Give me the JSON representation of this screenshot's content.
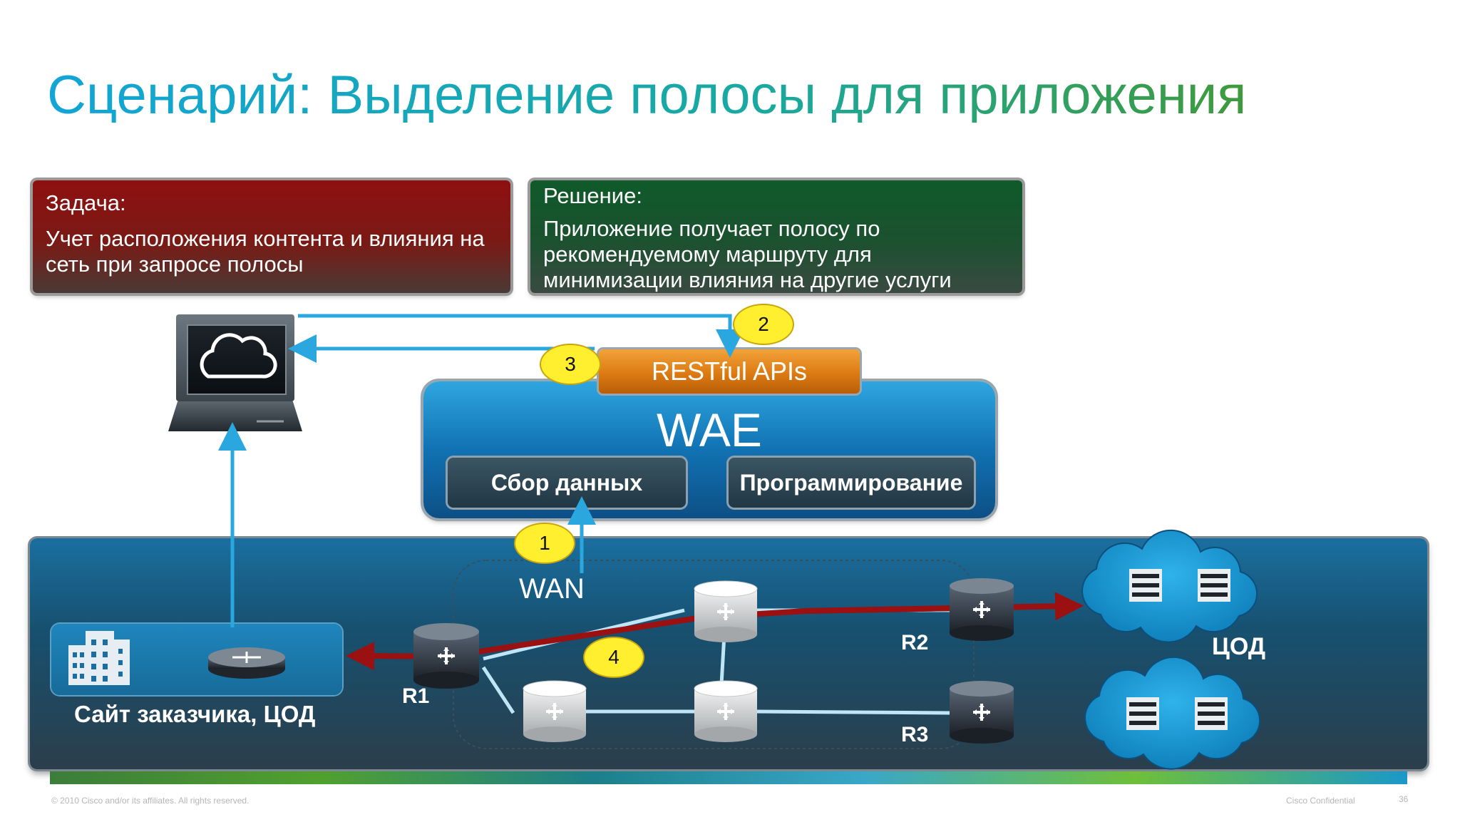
{
  "title": "Сценарий: Выделение полосы для приложения",
  "task": {
    "heading": "Задача:",
    "text": "Учет расположения контента и влияния на сеть при запросе полосы"
  },
  "solution": {
    "heading": "Решение:",
    "text": "Приложение получает полосу по рекомендуемому маршруту для минимизации влияния на другие услуги"
  },
  "wae": {
    "title": "WAE",
    "api": "RESTful APIs",
    "collect": "Сбор данных",
    "program": "Программирование"
  },
  "network": {
    "wan": "WAN",
    "r1": "R1",
    "r2": "R2",
    "r3": "R3",
    "dc": "ЦОД",
    "site": "Сайт заказчика, ЦОД"
  },
  "steps": [
    "1",
    "2",
    "3",
    "4"
  ],
  "colors": {
    "flow_arrow": "#2aa7df",
    "path_arrow": "#9b1010",
    "badge": "#ffef2e"
  },
  "footer": {
    "copyright": "© 2010 Cisco and/or its affiliates. All rights reserved.",
    "confidential": "Cisco Confidential",
    "page": "36"
  }
}
